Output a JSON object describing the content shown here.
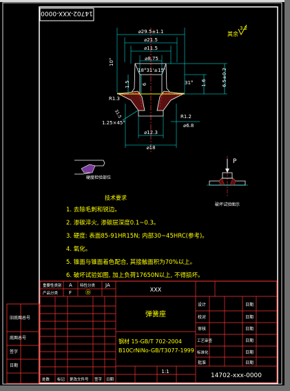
{
  "drawing_no_top": "14702-XXX-0000",
  "surface_roughness": {
    "label": "其余",
    "value": "3.2"
  },
  "dimensions": {
    "d_outer": "⌀29.5±1.1",
    "d_flange": "⌀21.5",
    "d_bore": "⌀11.5",
    "d_hole": "⌀8.75",
    "angle": "18°31'±15'",
    "h_left": "1.5",
    "h_center": "6",
    "h_right": "1.6",
    "h_total": "6.5±0.2",
    "angle_31": "31°",
    "r_left": "R1.3",
    "r_right": "R1.2",
    "d_inner": "⌀6.8",
    "d_bottom": "⌀12.3",
    "d_base": "⌀18",
    "chamfer": "1.25×45°",
    "dim_left_angle": "10°",
    "dim_side": "31.5"
  },
  "views": {
    "detail_label": "硬度检验部位",
    "test_label": "破坏试验图示",
    "force_label": "P"
  },
  "tech_title": "技术要求",
  "tech_requirements": [
    "1. 去除毛刺和锐边。",
    "2. 渗碳淬火, 渗碳层深度0.1~0.3。",
    "3. 硬度: 表面85-91HR15N; 内部30~45HRC(参考)。",
    "4. 氧化。",
    "5. 锥面与锥面着色配合, 其接触面积为70%以上。",
    "6. 破坏试验如图, 加上负荷17650N以上, 不得损坏。"
  ],
  "title_block": {
    "row1": [
      "重要性类别",
      "A",
      "特性分类",
      "JA"
    ],
    "row2": [
      "产品分类",
      "F",
      "Ⓓ"
    ],
    "company": "XXX",
    "part_name": "弹簧座",
    "material_line1": "钢材 15-GB/T 702-2004",
    "material_line2": "B10CrNiNo-GB/T3077-1999",
    "drawing_no": "14702-xxx-0000",
    "scale": "1:1",
    "right_labels": [
      "设计",
      "校对",
      "审核",
      "工艺审查",
      "标准化",
      "批准"
    ],
    "right_date": "日期",
    "left_labels": [
      "旧底图总号",
      "底图总号",
      "签字",
      "日期"
    ],
    "bottom_row": [
      "处数",
      "标记",
      "更改文件号",
      "签字",
      "日期"
    ]
  }
}
